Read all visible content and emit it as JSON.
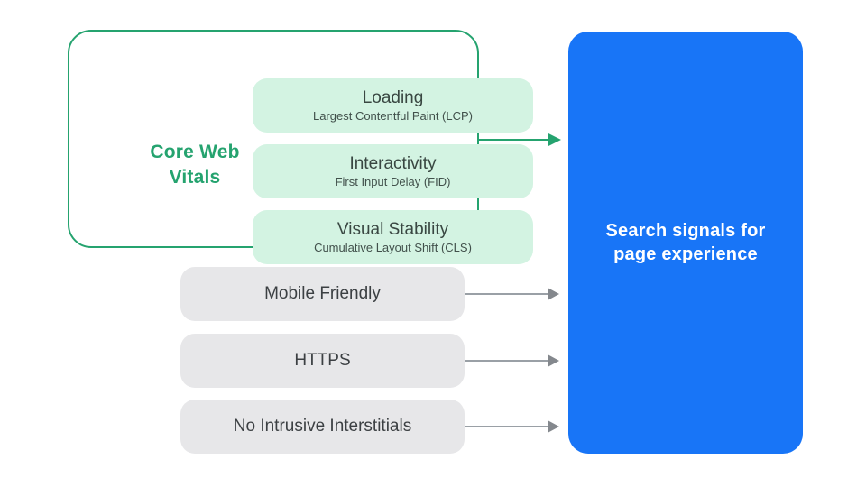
{
  "diagram": {
    "title_semantic": "Core Web Vitals and search signals for page experience",
    "colors": {
      "green_accent": "#25a36f",
      "green_fill": "#d3f3e2",
      "gray_fill": "#e7e7e9",
      "blue_fill": "#1875f7",
      "dark_text": "#3c4043",
      "arrow_gray": "#9aa0a6",
      "white_text": "#ffffff",
      "background": "#ffffff"
    }
  },
  "core_web_vitals": {
    "label": "Core Web Vitals",
    "items": [
      {
        "title": "Loading",
        "subtitle": "Largest Contentful Paint (LCP)"
      },
      {
        "title": "Interactivity",
        "subtitle": "First Input Delay (FID)"
      },
      {
        "title": "Visual Stability",
        "subtitle": "Cumulative Layout Shift (CLS)"
      }
    ]
  },
  "other_signals": [
    {
      "label": "Mobile Friendly"
    },
    {
      "label": "HTTPS"
    },
    {
      "label": "No Intrusive Interstitials"
    }
  ],
  "result": {
    "label": "Search signals for page experience"
  }
}
